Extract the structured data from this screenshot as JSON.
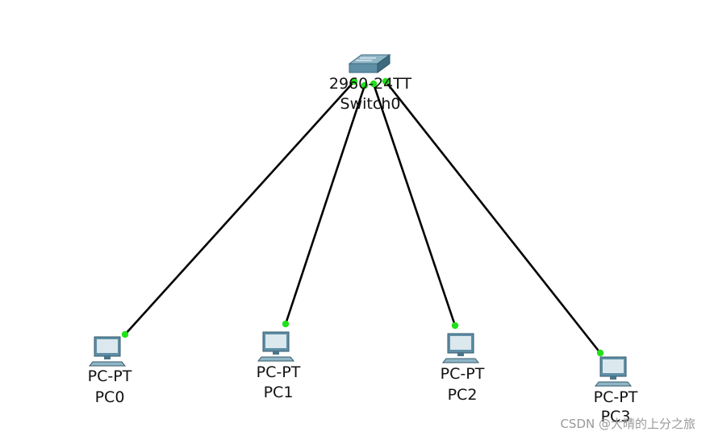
{
  "switch": {
    "model": "2960-24TT",
    "name": "Switch0"
  },
  "pcs": [
    {
      "model": "PC-PT",
      "name": "PC0"
    },
    {
      "model": "PC-PT",
      "name": "PC1"
    },
    {
      "model": "PC-PT",
      "name": "PC2"
    },
    {
      "model": "PC-PT",
      "name": "PC3"
    }
  ],
  "colors": {
    "link": "#000000",
    "port_up": "#22e01a",
    "device": "#5e8fa6"
  },
  "watermark": "CSDN @大晴的上分之旅"
}
